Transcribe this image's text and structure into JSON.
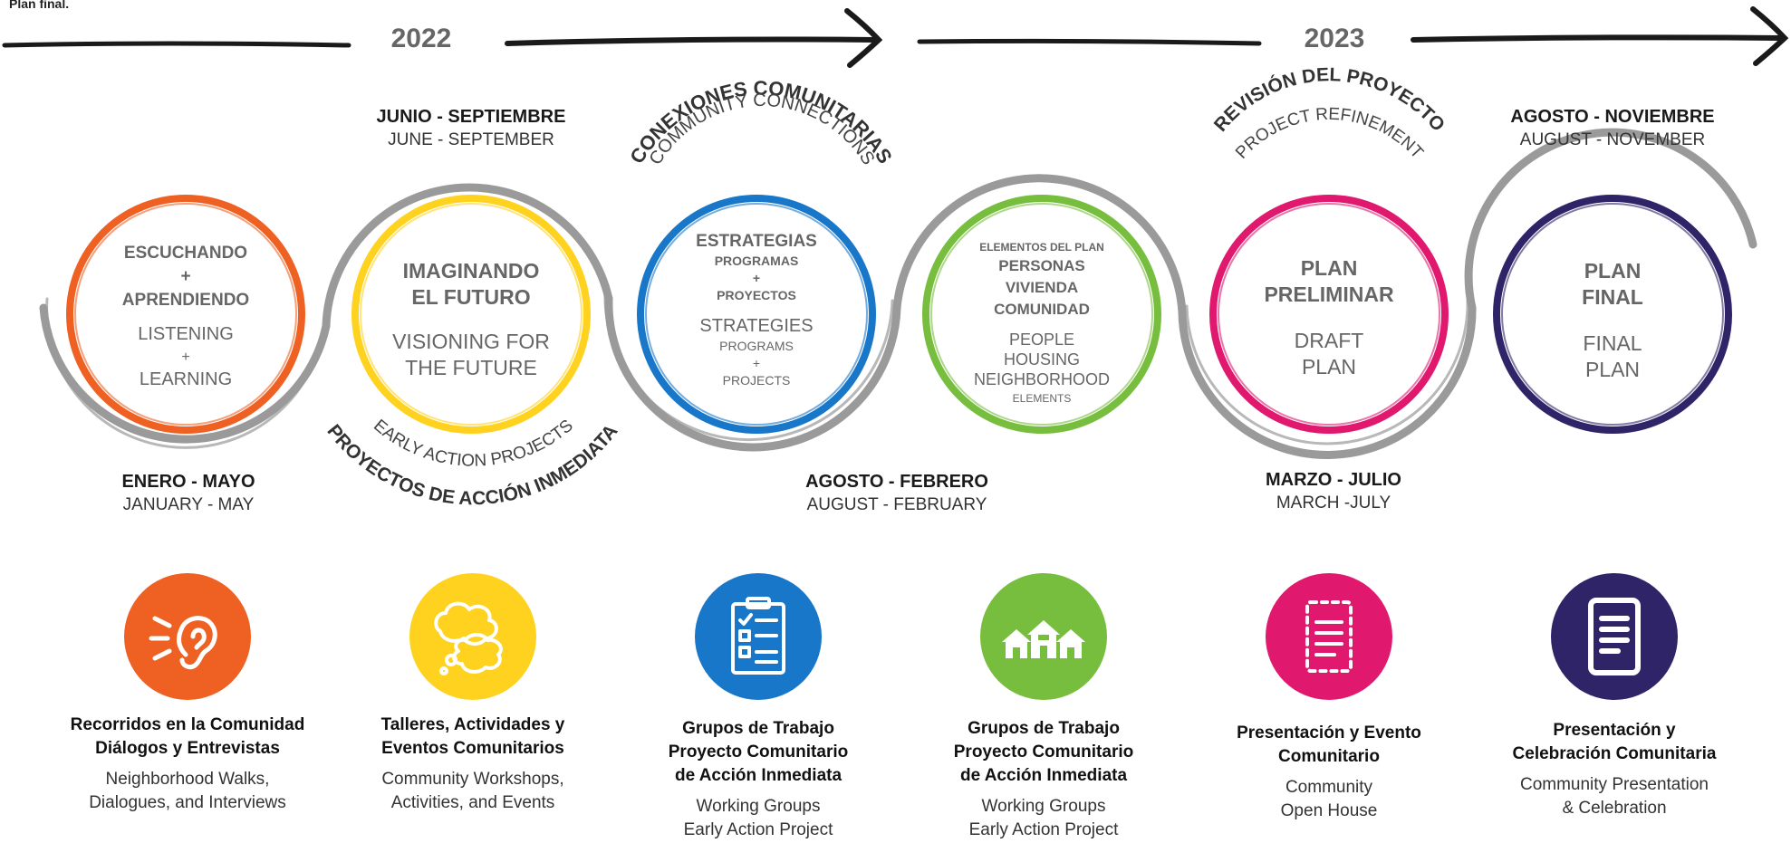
{
  "top_label": "Plan final.",
  "years": [
    "2022",
    "2023"
  ],
  "colors": {
    "orange": "#EE6123",
    "yellow": "#FFD21F",
    "blue": "#1877C8",
    "green": "#78BE3E",
    "magenta": "#E0196E",
    "navy": "#2E2467",
    "gray": "#9A9A9A"
  },
  "dates": [
    {
      "es": "JUNIO - SEPTIEMBRE",
      "en": "JUNE - SEPTEMBER"
    },
    {
      "es": "AGOSTO - NOVIEMBRE",
      "en": "AUGUST - NOVEMBER"
    },
    {
      "es": "ENERO - MAYO",
      "en": "JANUARY - MAY"
    },
    {
      "es": "AGOSTO - FEBRERO",
      "en": "AUGUST -  FEBRUARY"
    },
    {
      "es": "MARZO - JULIO",
      "en": "MARCH -JULY"
    }
  ],
  "arc_labels": {
    "conexiones_es": "CONEXIONES COMUNITARIAS",
    "conexiones_en": "COMMUNITY CONNECTIONS",
    "revision_es": "REVISIÓN DEL PROYECTO",
    "revision_en": "PROJECT REFINEMENT",
    "early_es": "PROYECTOS DE ACCIÓN INMEDIATA",
    "early_en": "EARLY ACTION PROJECTS"
  },
  "phases": [
    {
      "es1": "ESCUCHANDO",
      "plus1": "+",
      "es2": "APRENDIENDO",
      "en1": "LISTENING",
      "plus2": "+",
      "en2": "LEARNING"
    },
    {
      "es1": "IMAGINANDO",
      "es2": "EL FUTURO",
      "en1": "VISIONING FOR",
      "en2": "THE FUTURE"
    },
    {
      "es1": "ESTRATEGIAS",
      "es2": "PROGRAMAS",
      "plus1": "+",
      "es3": "PROYECTOS",
      "en1": "STRATEGIES",
      "en2": "PROGRAMS",
      "plus2": "+",
      "en3": "PROJECTS"
    },
    {
      "es0": "ELEMENTOS DEL PLAN",
      "es1": "PERSONAS",
      "es2": "VIVIENDA",
      "es3": "COMUNIDAD",
      "en1": "PEOPLE",
      "en2": "HOUSING",
      "en3": "NEIGHBORHOOD",
      "en4": "ELEMENTS"
    },
    {
      "es1": "PLAN",
      "es2": "PRELIMINAR",
      "en1": "DRAFT",
      "en2": "PLAN"
    },
    {
      "es1": "PLAN",
      "es2": "FINAL",
      "en1": "FINAL",
      "en2": "PLAN"
    }
  ],
  "activities": [
    {
      "icon": "ear-icon",
      "es1": "Recorridos en la Comunidad",
      "es2": "Diálogos y Entrevistas",
      "en1": "Neighborhood Walks,",
      "en2": "Dialogues, and Interviews"
    },
    {
      "icon": "thought-clouds-icon",
      "es1": "Talleres, Actividades y",
      "es2": "Eventos Comunitarios",
      "en1": "Community Workshops,",
      "en2": "Activities, and Events"
    },
    {
      "icon": "clipboard-checklist-icon",
      "es1": "Grupos de Trabajo",
      "es2": "Proyecto Comunitario",
      "es3": "de Acción Inmediata",
      "en1": "Working Groups",
      "en2": "Early Action Project"
    },
    {
      "icon": "houses-icon",
      "es1": "Grupos de Trabajo",
      "es2": "Proyecto Comunitario",
      "es3": "de Acción Inmediata",
      "en1": "Working Groups",
      "en2": "Early Action Project"
    },
    {
      "icon": "draft-document-icon",
      "es1": "Presentación y Evento",
      "es2": "Comunitario",
      "en1": "Community",
      "en2": "Open House"
    },
    {
      "icon": "final-document-icon",
      "es1": "Presentación y",
      "es2": "Celebración Comunitaria",
      "en1": "Community Presentation",
      "en2": "& Celebration"
    }
  ]
}
